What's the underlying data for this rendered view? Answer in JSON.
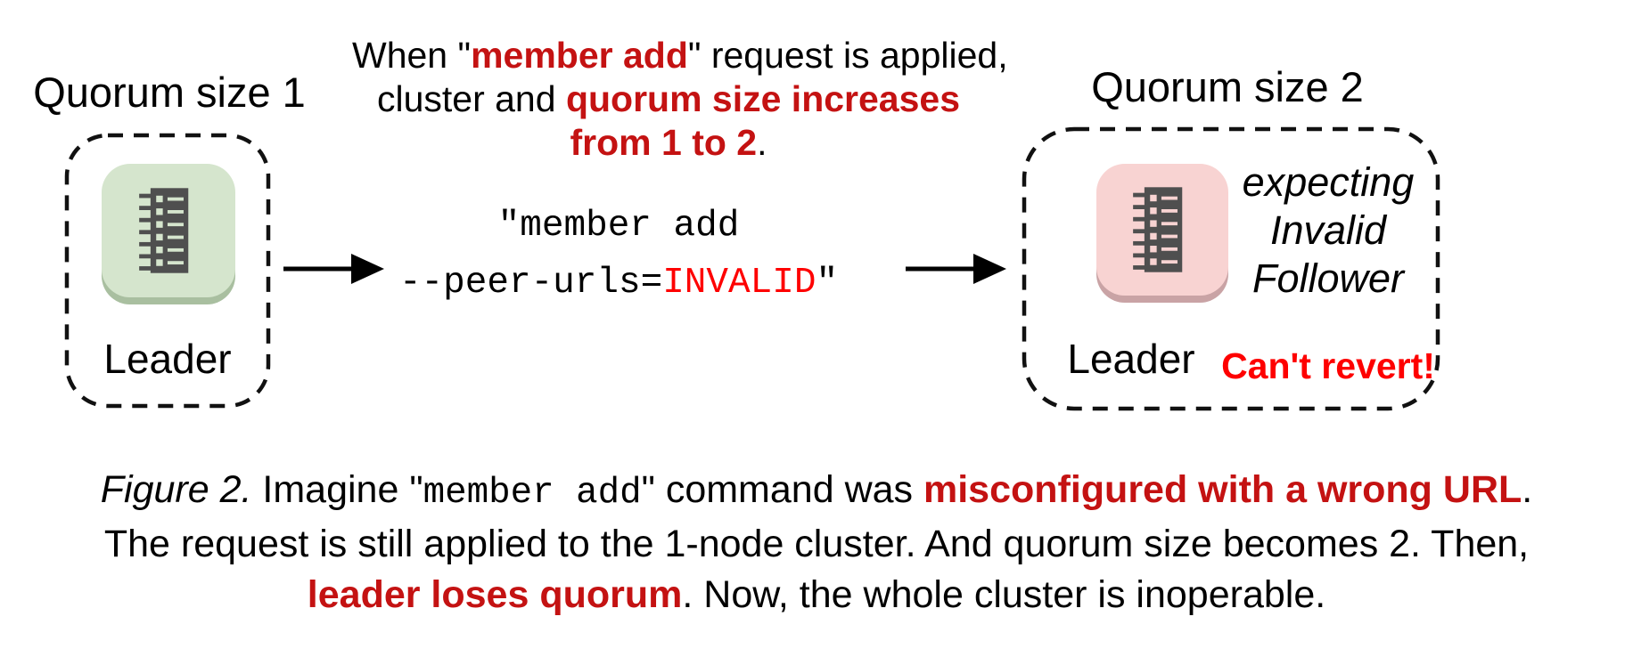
{
  "colors": {
    "dark_red": "#c41212",
    "bright_red": "#fe0000",
    "icon_dark_gray": "#4f4f4f",
    "leader_ok_bg": "#d5e5cd",
    "leader_ok_edge": "#a9bfa0",
    "leader_bad_bg": "#f8d3d2",
    "leader_bad_edge": "#c9a3a5"
  },
  "icons": {
    "leader_node": "log-journal-icon",
    "flow": "arrow-right-icon"
  },
  "left_cluster": {
    "title": "Quorum size 1",
    "node_label": "Leader"
  },
  "top_note": {
    "seg1": "When \"",
    "seg2_red": "member add",
    "seg3": "\" request is applied,",
    "seg4": "cluster and ",
    "seg5_red": "quorum size increases",
    "seg6_red": "from 1 to 2",
    "seg7": "."
  },
  "command": {
    "line1": "\"member add",
    "line2_pre": "--peer-urls=",
    "line2_invalid": "INVALID",
    "line2_post": "\""
  },
  "right_cluster": {
    "title": "Quorum size 2",
    "node_label": "Leader",
    "expecting_line1": "expecting",
    "expecting_line2": "Invalid",
    "expecting_line3": "Follower",
    "warning": "Can't revert!"
  },
  "caption": {
    "figure_label": "Figure 2.",
    "seg1": " Imagine \"",
    "seg2_mono": "member add",
    "seg3": "\" command was ",
    "seg4_red": "misconfigured with a wrong URL",
    "seg5": ".",
    "line2": "The request is still applied to the 1-node cluster. And quorum size becomes 2. Then,",
    "seg6_red": "leader loses quorum",
    "seg7": ". Now, the whole cluster is inoperable."
  }
}
